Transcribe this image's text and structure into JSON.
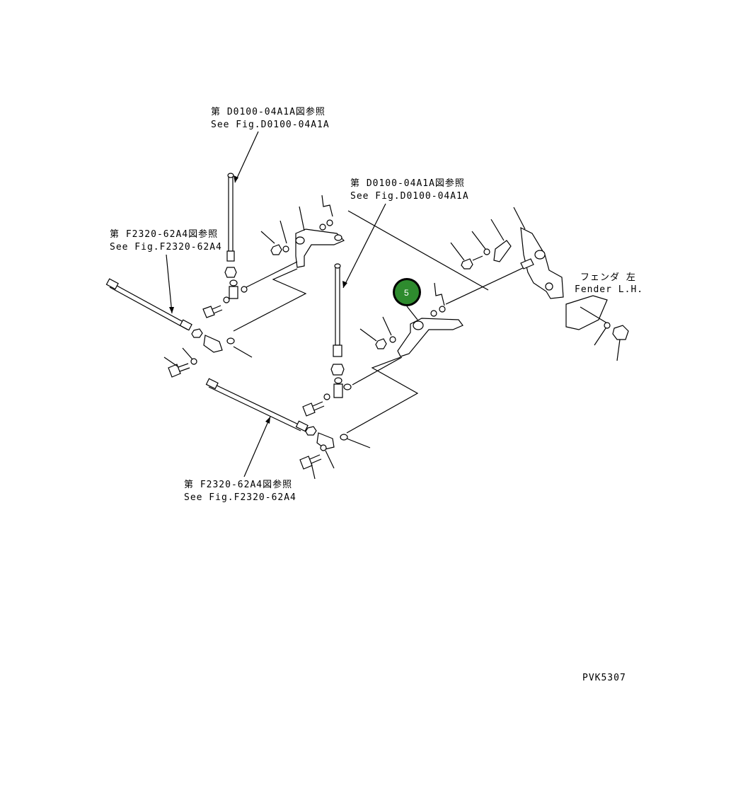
{
  "references": {
    "d0100_top": {
      "jp": "第 D0100-04A1A図参照",
      "en": "See Fig.D0100-04A1A"
    },
    "d0100_mid": {
      "jp": "第 D0100-04A1A図参照",
      "en": "See Fig.D0100-04A1A"
    },
    "f2320_left": {
      "jp": "第 F2320-62A4図参照",
      "en": "See Fig.F2320-62A4"
    },
    "f2320_bottom": {
      "jp": "第 F2320-62A4図参照",
      "en": "See Fig.F2320-62A4"
    }
  },
  "fender_label": {
    "jp": "フェンダ 左",
    "en": "Fender L.H."
  },
  "callout": {
    "number": "5",
    "color": "#2e8b2e"
  },
  "drawing_code": "PVK5307"
}
